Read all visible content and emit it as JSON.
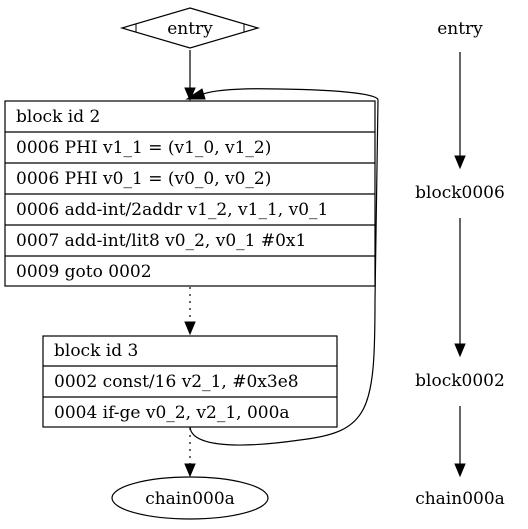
{
  "entry_node": {
    "label": "entry"
  },
  "block2": {
    "title": "block id 2",
    "rows": [
      "0006 PHI v1_1 = (v1_0, v1_2)",
      "0006 PHI v0_1 = (v0_0, v0_2)",
      "0006 add-int/2addr v1_2, v1_1, v0_1",
      "0007 add-int/lit8 v0_2, v0_1 #0x1",
      "0009 goto 0002"
    ]
  },
  "block3": {
    "title": "block id 3",
    "rows": [
      "0002 const/16 v2_1, #0x3e8",
      "0004 if-ge v0_2, v2_1, 000a"
    ]
  },
  "chain_node": {
    "label": "chain000a"
  },
  "ranks": {
    "entry": "entry",
    "block0006": "block0006",
    "block0002": "block0002",
    "chain000a": "chain000a"
  }
}
